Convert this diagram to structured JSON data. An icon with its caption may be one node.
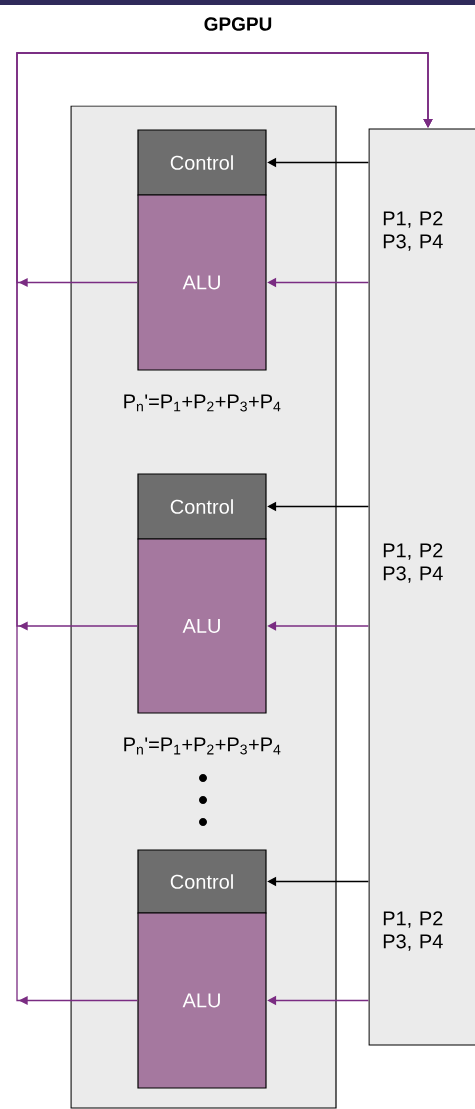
{
  "diagram": {
    "title": "GPGPU",
    "nodes": [
      {
        "text": [],
        "shape": "box"
      },
      {
        "text": [
          "Control"
        ],
        "in": 0
      },
      {
        "text": [
          "ALU"
        ],
        "in": 0,
        "beside": [
          "P$_{n}$'=P$_{1}$+P$_{2}$+P$_{3}$+P$_{4}$"
        ]
      },
      {
        "text": [
          "Control"
        ],
        "in": 0
      },
      {
        "text": [
          "ALU"
        ],
        "in": 0,
        "beside": [
          "P$_{n}$'=P$_{1}$+P$_{2}$+P$_{3}$+P$_{4}$"
        ]
      },
      {
        "text": [
          "Control"
        ],
        "in": 0
      },
      {
        "text": [
          "ALU"
        ],
        "in": 0
      },
      {
        "text": [
          "P1, P2 P3, P4",
          "P1, P2 P3, P4",
          "P1, P2 P3, P4"
        ]
      }
    ],
    "edges": [
      {
        "from": 7,
        "to": 1,
        "arrow": "to",
        "color": "#000000"
      },
      {
        "from": 7,
        "to": 2,
        "arrow": "to"
      },
      {
        "from": 2,
        "to": 7,
        "arrow": "to"
      },
      {
        "from": 7,
        "to": 3,
        "arrow": "to",
        "color": "#000000"
      },
      {
        "from": 7,
        "to": 4,
        "arrow": "to"
      },
      {
        "from": 4,
        "to": 7,
        "arrow": "to"
      },
      {
        "from": 7,
        "to": 5,
        "arrow": "to",
        "color": "#000000"
      },
      {
        "from": 7,
        "to": 6,
        "arrow": "to"
      },
      {
        "from": 6,
        "to": 7,
        "arrow": "to"
      }
    ]
  }
}
